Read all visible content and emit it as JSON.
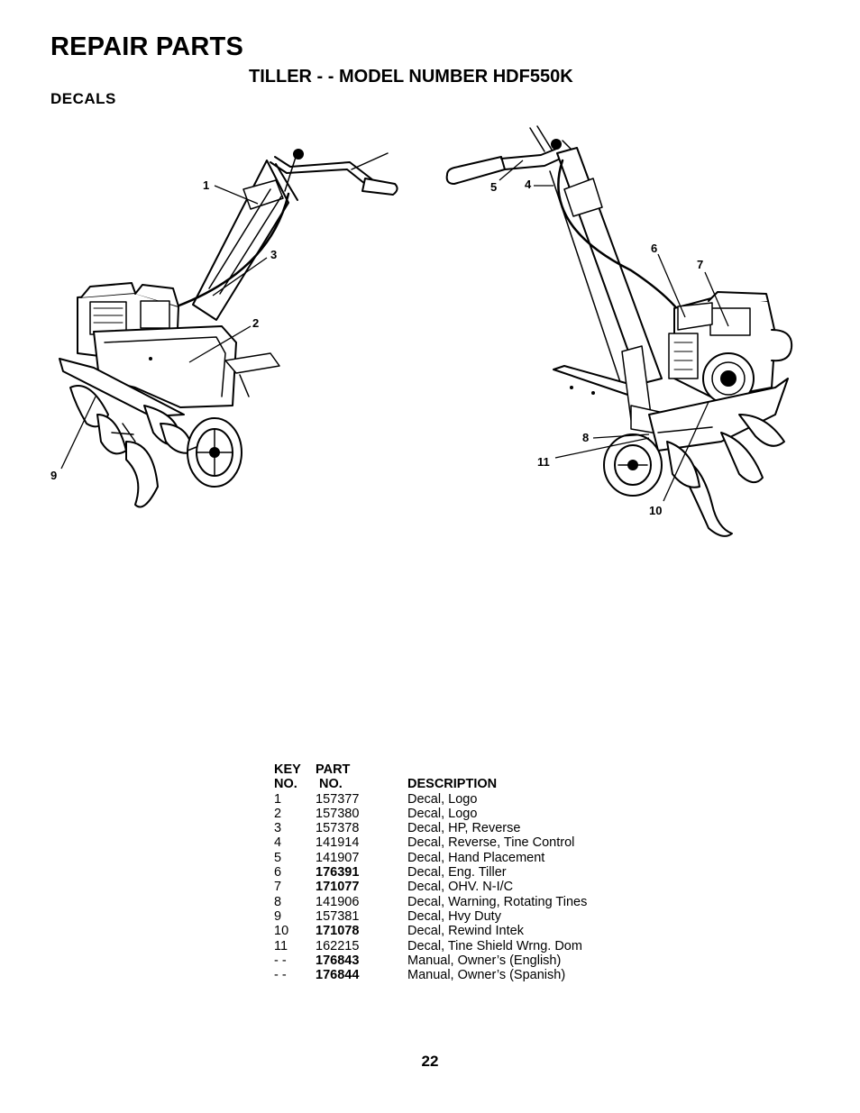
{
  "header": {
    "title": "REPAIR PARTS",
    "subtitle": "TILLER - - MODEL NUMBER HDF550K",
    "section": "DECALS"
  },
  "callouts": [
    "1",
    "2",
    "3",
    "4",
    "5",
    "6",
    "7",
    "8",
    "9",
    "10",
    "11"
  ],
  "table": {
    "headers": {
      "key_line1": "KEY",
      "key_line2": "NO.",
      "part_line1": "PART",
      "part_line2": "NO.",
      "description": "DESCRIPTION"
    },
    "rows": [
      {
        "key": "1",
        "part": "157377",
        "bold": false,
        "description": "Decal, Logo"
      },
      {
        "key": "2",
        "part": "157380",
        "bold": false,
        "description": "Decal, Logo"
      },
      {
        "key": "3",
        "part": "157378",
        "bold": false,
        "description": "Decal, HP, Reverse"
      },
      {
        "key": "4",
        "part": "141914",
        "bold": false,
        "description": "Decal, Reverse, Tine Control"
      },
      {
        "key": "5",
        "part": "141907",
        "bold": false,
        "description": "Decal, Hand Placement"
      },
      {
        "key": "6",
        "part": "176391",
        "bold": true,
        "description": "Decal, Eng. Tiller"
      },
      {
        "key": "7",
        "part": "171077",
        "bold": true,
        "description": "Decal, OHV. N-I/C"
      },
      {
        "key": "8",
        "part": "141906",
        "bold": false,
        "description": "Decal, Warning, Rotating Tines"
      },
      {
        "key": "9",
        "part": "157381",
        "bold": false,
        "description": "Decal, Hvy Duty"
      },
      {
        "key": "10",
        "part": "171078",
        "bold": true,
        "description": "Decal, Rewind Intek"
      },
      {
        "key": "11",
        "part": "162215",
        "bold": false,
        "description": "Decal, Tine Shield Wrng. Dom"
      },
      {
        "key": "- -",
        "part": "176843",
        "bold": true,
        "description": "Manual, Owner’s (English)"
      },
      {
        "key": "- -",
        "part": "176844",
        "bold": true,
        "description": "Manual, Owner’s (Spanish)"
      }
    ]
  },
  "page_number": "22"
}
